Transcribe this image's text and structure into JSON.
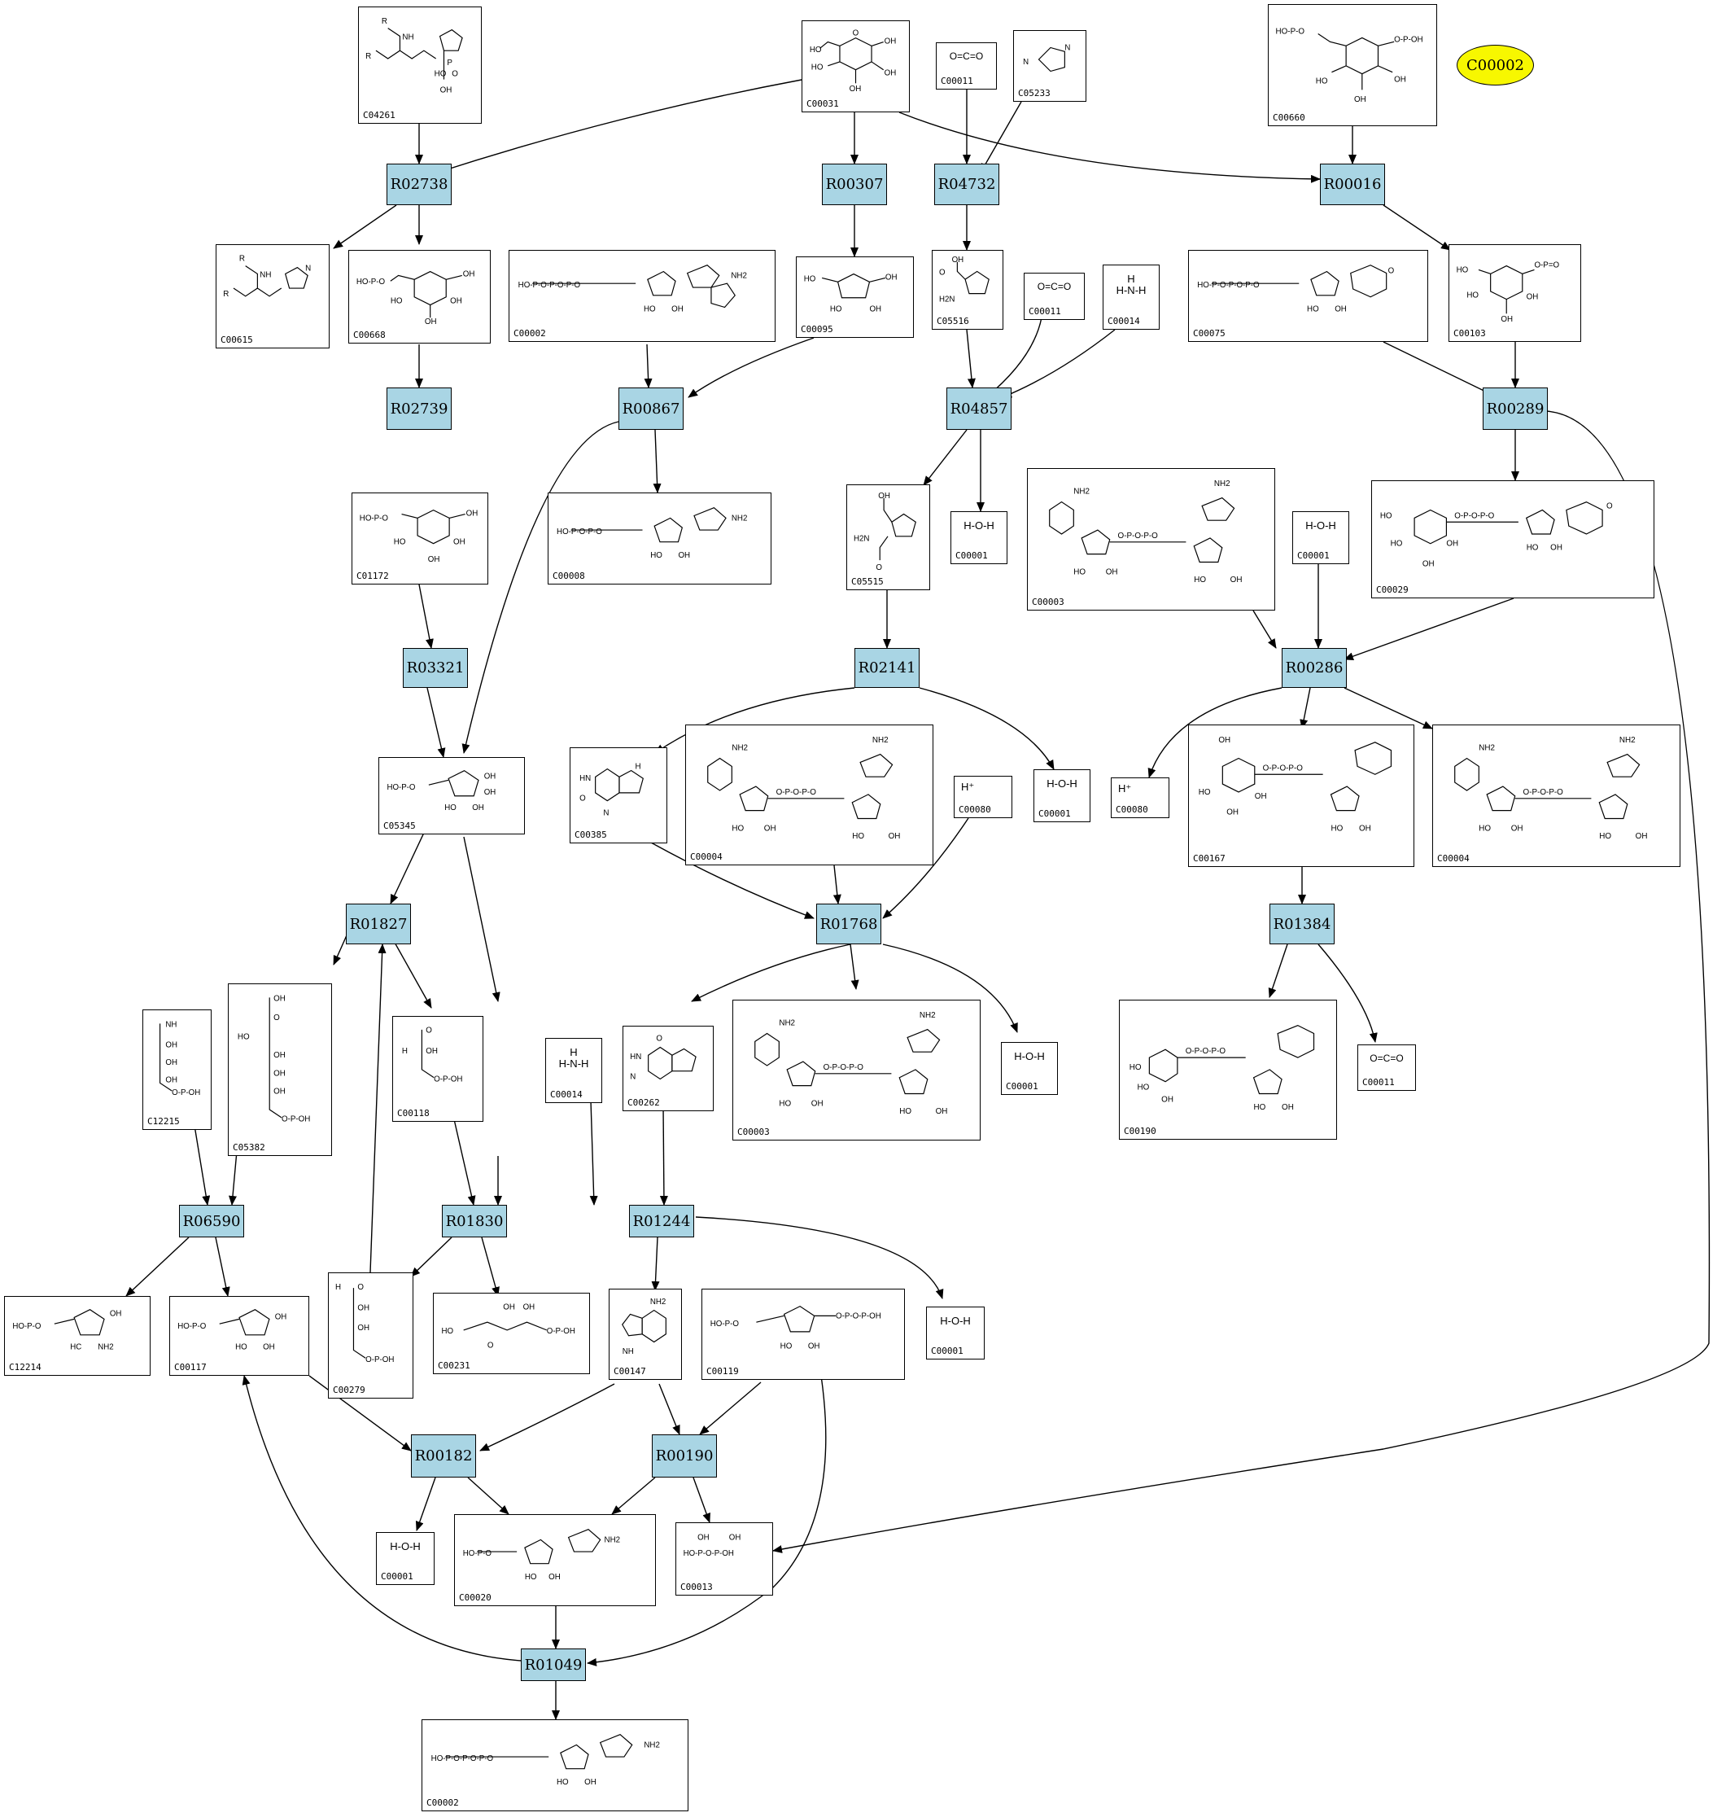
{
  "highlight": "C00002",
  "reactions": [
    "R02738",
    "R00307",
    "R04732",
    "R00016",
    "R02739",
    "R00867",
    "R04857",
    "R00289",
    "R03321",
    "R02141",
    "R00286",
    "R01827",
    "R01768",
    "R01384",
    "R06590",
    "R01830",
    "R01244",
    "R00182",
    "R00190",
    "R01049"
  ],
  "compounds": [
    "C04261",
    "C00031",
    "C00011",
    "C05233",
    "C00660",
    "C00615",
    "C00668",
    "C00002",
    "C00095",
    "C05516",
    "C00011",
    "C00014",
    "C00075",
    "C00103",
    "C01172",
    "C00008",
    "C05515",
    "C00001",
    "C00003",
    "C00001",
    "C00029",
    "C05345",
    "C00385",
    "C00004",
    "C00080",
    "C00001",
    "C00080",
    "C00167",
    "C00004",
    "C12215",
    "C05382",
    "C00118",
    "C00014",
    "C00262",
    "C00003",
    "C00001",
    "C00190",
    "C00011",
    "C12214",
    "C00117",
    "C00279",
    "C00231",
    "C00147",
    "C00119",
    "C00001",
    "C00001",
    "C00020",
    "C00013",
    "C00002"
  ],
  "text": {
    "h2o_h": "H",
    "h2o_o": "O",
    "nh3_n": "N",
    "nh3_h": "H",
    "co2_o": "O",
    "co2_c": "C",
    "hplus": "H⁺",
    "imid_n": "N"
  },
  "colors": {
    "reaction_fill": "#a9d5e4",
    "highlight_fill": "#f7f700",
    "stroke": "#000000"
  }
}
